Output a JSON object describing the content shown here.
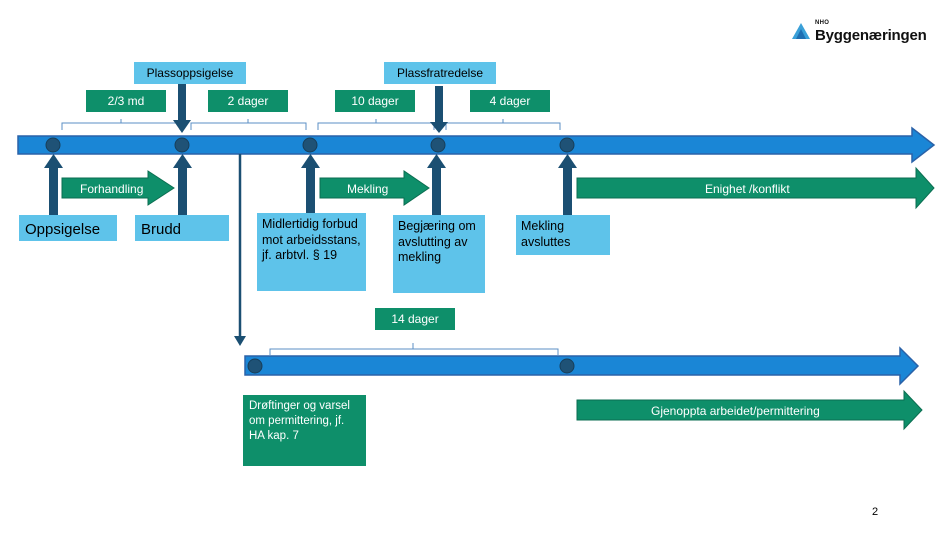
{
  "logo": {
    "prefix": "NHO",
    "name": "Byggenæringen",
    "icon": "nho-logo-icon"
  },
  "page_number": "2",
  "top_callouts": {
    "plassoppsigelse": "Plassoppsigelse",
    "plassfratredelse": "Plassfratredelse"
  },
  "durations": {
    "d1": "2/3 md",
    "d2": "2 dager",
    "d3": "10 dager",
    "d4": "4 dager",
    "d5": "14 dager"
  },
  "steps": {
    "forhandling": "Forhandling",
    "mekling": "Mekling",
    "enighet": "Enighet /konflikt",
    "gjenoppta": "Gjenoppta arbeidet/permittering"
  },
  "events": {
    "oppsigelse": "Oppsigelse",
    "brudd": "Brudd",
    "midlertidig": "Midlertidig forbud mot arbeidsstans, jf. arbtvl. § 19",
    "begjaering": "Begjæring om avslutting av mekling",
    "mekling_avsluttes": "Mekling avsluttes",
    "droftinger": "Drøftinger og varsel om permittering, jf. HA kap. 7"
  },
  "colors": {
    "timeline_blue": "#1a86d6",
    "timeline_border": "#2a62a8",
    "dark_arrow": "#1b4f72",
    "node": "#1f5276",
    "light_box": "#5ec3ea",
    "green_box": "#0e8f6a"
  }
}
